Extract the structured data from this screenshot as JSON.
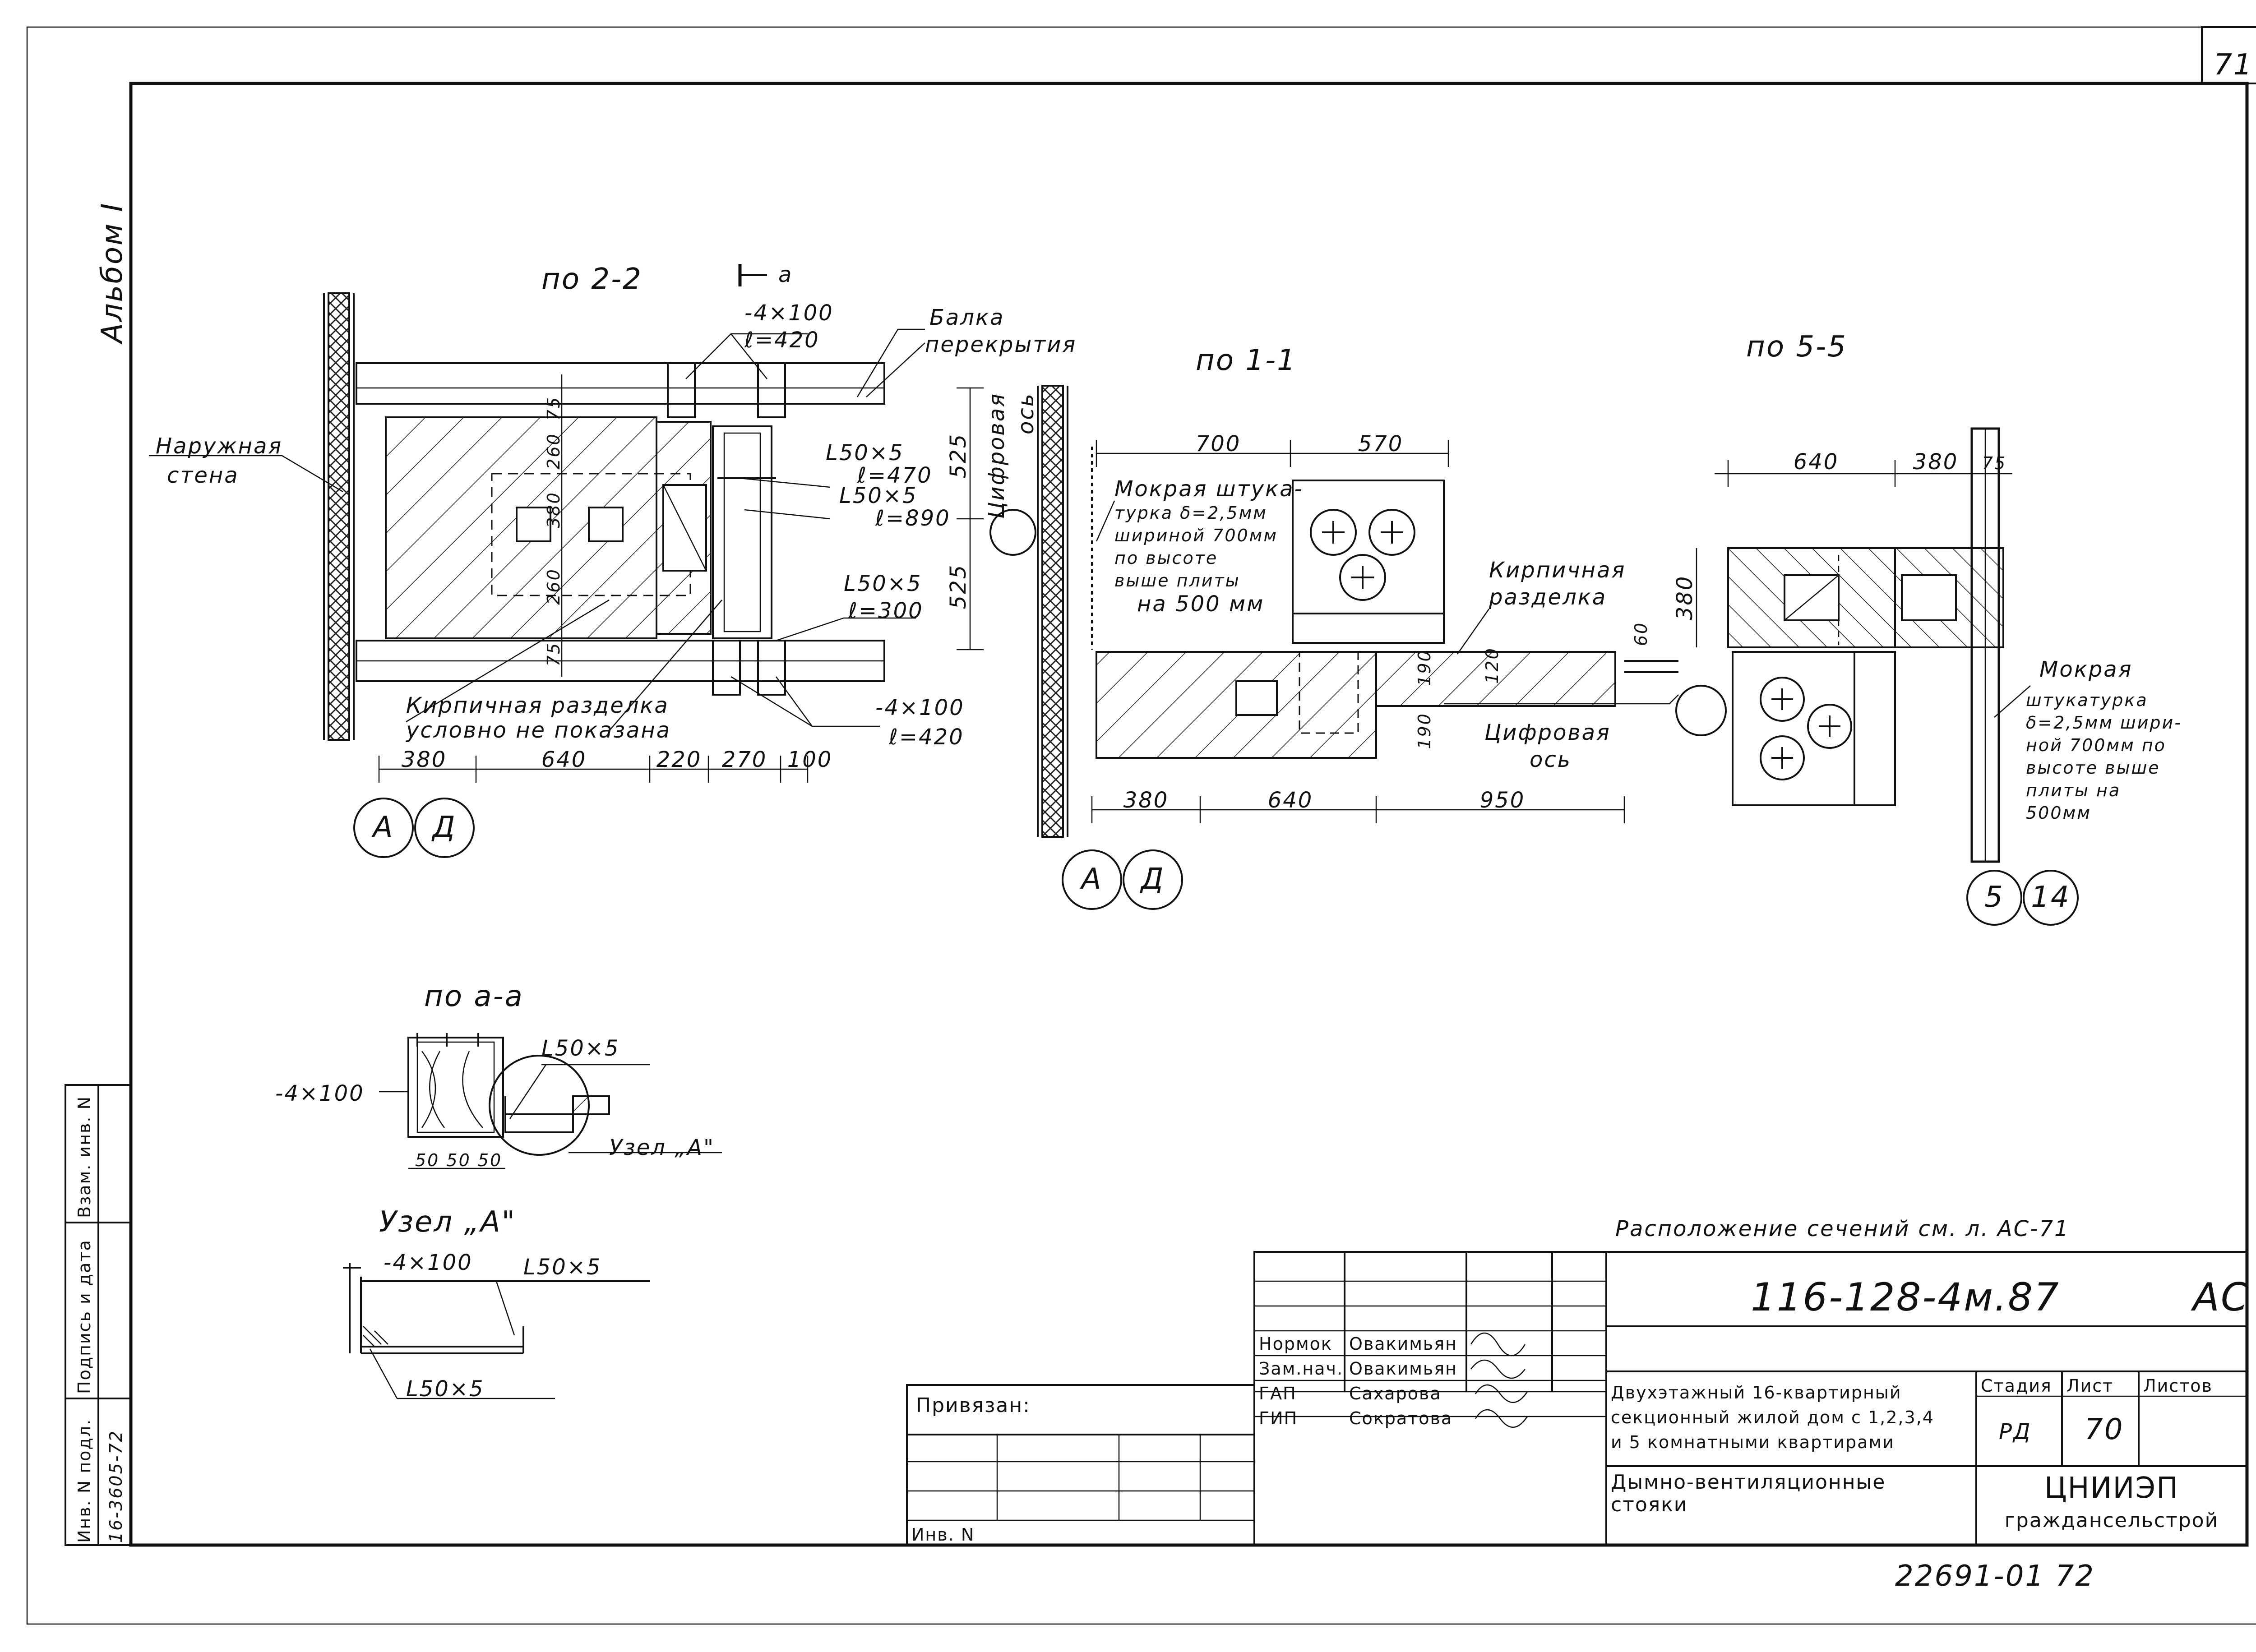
{
  "header": {
    "page_no": "71",
    "album": "Альбом I"
  },
  "sections": {
    "s22": "по 2-2",
    "s11": "по 1-1",
    "s55": "по 5-5",
    "saa": "по а-а",
    "node_a": "Узел „А\""
  },
  "labels": {
    "section_mark_a": "а",
    "outer_wall": "Наружная стена",
    "outer_wall_l1": "Наружная",
    "outer_wall_l2": "стена",
    "beam_l1": "Балка",
    "beam_l2": "перекрытия",
    "plate_top_1": "-4×100",
    "plate_top_2": "ℓ=420",
    "angle1_1": "L50×5",
    "angle1_2": "ℓ=470",
    "angle2_1": "L50×5",
    "angle2_2": "ℓ=890",
    "angle3_1": "L50×5",
    "angle3_2": "ℓ=300",
    "plate_bot_1": "-4×100",
    "plate_bot_2": "ℓ=420",
    "brick_note_1": "Кирпичная разделка",
    "brick_note_2": "условно не показана",
    "digital_axis_v": "Цифровая ось",
    "digital_axis_v1": "Цифровая",
    "digital_axis_v2": "ось",
    "plaster_1": "Мокрая штука-",
    "plaster_2": "турка δ=2,5мм",
    "plaster_3": "шириной 700мм",
    "plaster_4": "по высоте",
    "plaster_5": "выше плиты",
    "plaster_6": "на 500 мм",
    "brick2_1": "Кирпичная",
    "brick2_2": "разделка",
    "digital_axis_1": "Цифровая",
    "digital_axis_2": "ось",
    "plaster55_1": "Мокрая",
    "plaster55_2": "штукатурка",
    "plaster55_3": "δ=2,5мм шири-",
    "plaster55_4": "ной 700мм по",
    "plaster55_5": "высоте выше",
    "plaster55_6": "плиты на",
    "plaster55_7": "500мм",
    "aa_plate": "-4×100",
    "aa_angle": "L50×5",
    "aa_node": "Узел „А\"",
    "node_plate": "-4×100",
    "node_angle_top": "L50×5",
    "node_angle_bot": "L50×5",
    "sections_ref": "Расположение сечений см. л. АС-71"
  },
  "axes": {
    "a": "А",
    "d": "Д",
    "a2": "А",
    "d2": "Д",
    "five": "5",
    "fourteen": "14"
  },
  "dims": {
    "d22_1": "380",
    "d22_2": "640",
    "d22_3": "220",
    "d22_4": "270",
    "d22_5": "100",
    "d22_v75a": "75",
    "d22_v260a": "260",
    "d22_v380": "380",
    "d22_v260b": "260",
    "d22_v75b": "75",
    "d22_v525a": "525",
    "d22_v525b": "525",
    "d11_700": "700",
    "d11_570": "570",
    "d11_380": "380",
    "d11_640": "640",
    "d11_950": "950",
    "d11_190a": "190",
    "d11_190b": "190",
    "d11_120": "120",
    "d11_60": "60",
    "d55_640": "640",
    "d55_380": "380",
    "d55_75": "75",
    "d55_v380": "380",
    "aa_50": "50 50 50"
  },
  "side_stamp": {
    "inv_podl": "Инв. N подл.",
    "inv_podl_val": "16-3605-72",
    "podpis": "Подпись и дата",
    "vzam": "Взам. инв. N"
  },
  "title_block": {
    "code": "116-128-4м.87",
    "mark": "АС",
    "privyazan": "Привязан:",
    "inv_n": "Инв. N",
    "staff": [
      {
        "role": "Нормок",
        "name": "Овакимьян"
      },
      {
        "role": "Зам.нач.",
        "name": "Овакимьян"
      },
      {
        "role": "ГАП",
        "name": "Сахарова"
      },
      {
        "role": "ГИП",
        "name": "Сократова"
      }
    ],
    "project_1": "Двухэтажный 16-квартирный",
    "project_2": "секционный жилой дом с 1,2,3,4",
    "project_3": "и 5 комнатными квартирами",
    "sheet_1": "Дымно-вентиляционные",
    "sheet_2": "стояки",
    "stage_hdr": "Стадия",
    "sheet_hdr": "Лист",
    "sheets_hdr": "Листов",
    "stage": "РД",
    "sheet": "70",
    "org_1": "ЦНИИЭП",
    "org_2": "граждансельстрой",
    "archive_no": "22691-01  72"
  }
}
